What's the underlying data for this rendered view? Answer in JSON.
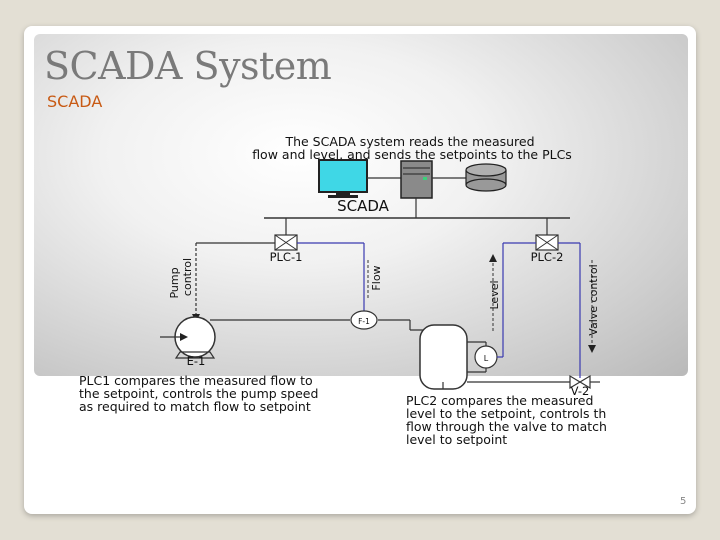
{
  "slide": {
    "title": "SCADA System",
    "subtitle": "SCADA",
    "number": "5"
  },
  "diagram": {
    "top_caption_line1": "The SCADA system reads the measured",
    "top_caption_line2": "flow and level, and sends the setpoints to the PLCs",
    "scada_label": "SCADA",
    "plc1_label": "PLC-1",
    "plc2_label": "PLC-2",
    "pump_control_line1": "Pump",
    "pump_control_line2": "control",
    "flow_label": "Flow",
    "level_label": "Level",
    "valve_control_label": "Valve control",
    "flow_transmitter_label": "F-1",
    "level_transmitter_label": "L",
    "pump_label": "E-1",
    "valve_label": "V-2",
    "plc1_caption": "PLC1 compares the measured flow to\nthe setpoint, controls the pump speed\nas required to match flow to setpoint",
    "plc2_caption": "PLC2 compares the measured\nlevel to the setpoint, controls th\nflow through the valve to match\nlevel to setpoint",
    "colors": {
      "monitor": "#3fd7e6",
      "signal_line": "#3a3ab0",
      "line": "#333333"
    }
  }
}
